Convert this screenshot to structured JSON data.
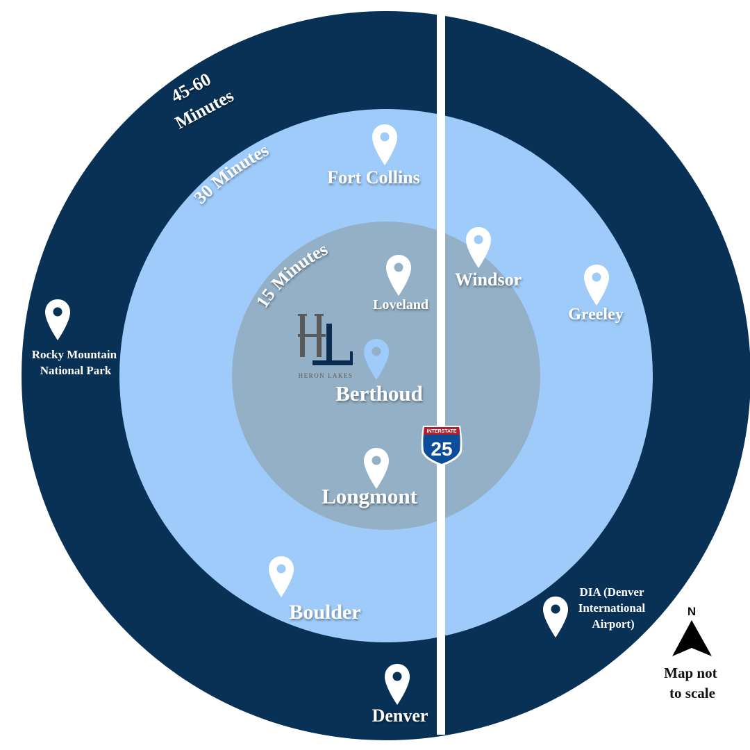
{
  "colors": {
    "outer_ring": "#083155",
    "middle_ring": "#9ecbfa",
    "inner_ring": "#93b0c6",
    "highway": "#ffffff",
    "pin": "#ffffff",
    "pin_highlight": "#9ecbfa",
    "logo_gray": "#5a5a5a",
    "logo_navy": "#0b2d52",
    "shield_blue": "#0b4d99",
    "shield_red": "#b21e2b"
  },
  "zones": {
    "outer_line1": "45-60",
    "outer_line2": "Minutes",
    "middle": "30 Minutes",
    "inner": "15 Minutes"
  },
  "places": {
    "fort_collins": "Fort Collins",
    "windsor": "Windsor",
    "loveland": "Loveland",
    "greeley": "Greeley",
    "rmnp_line1": "Rocky Mountain",
    "rmnp_line2": "National Park",
    "berthoud": "Berthoud",
    "longmont": "Longmont",
    "boulder": "Boulder",
    "denver": "Denver",
    "dia_line1": "DIA (Denver",
    "dia_line2": "International",
    "dia_line3": "Airport)"
  },
  "logo": {
    "monogram": "HL",
    "name": "HERON LAKES"
  },
  "highway": {
    "shield_header": "INTERSTATE",
    "number": "25"
  },
  "compass": {
    "letter": "N"
  },
  "note": {
    "line1": "Map not",
    "line2": "to scale"
  }
}
